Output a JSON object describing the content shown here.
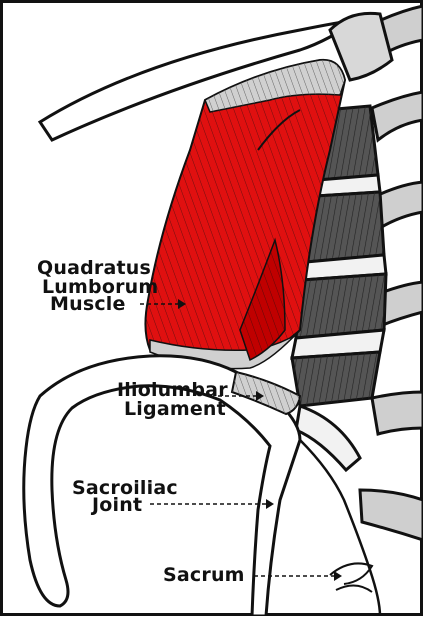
{
  "labels": {
    "quadratus": [
      "Quadratus",
      "Lumborum",
      "Muscle"
    ],
    "iliolumbar": [
      "Iliolumbar",
      "Ligament"
    ],
    "sacroiliac": [
      "Sacroiliac",
      "Joint"
    ],
    "sacrum": "Sacrum"
  },
  "colors": {
    "muscle": "#e01010",
    "muscle_dark": "#b00000",
    "vertebra": "#555555",
    "vertebra_light": "#d8d8d8",
    "rib": "#cfcfcf",
    "outline": "#111111"
  }
}
